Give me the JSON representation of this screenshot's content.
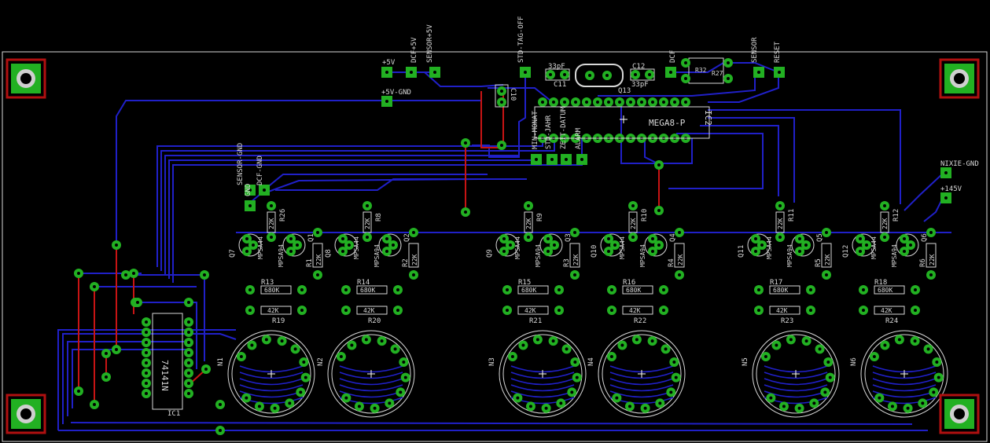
{
  "colors": {
    "background": "#000000",
    "trace_bottom": "#2020c8",
    "trace_top": "#c81414",
    "pad": "#22b022",
    "outline": "#d8d8d8",
    "mount_hole_frame": "#b01010"
  },
  "labels": {
    "supply_5v": "+5V",
    "dcf_5v": "DCF+5V",
    "sensor_5v": "SENSOR+5V",
    "std_tag_off": "STD-TAG-OFF",
    "dcf": "DCF",
    "sensor": "SENSOR",
    "reset": "RESET",
    "gnd_5v": "+5V-GND",
    "sensor_gnd": "SENSOR-GND",
    "dcf_gnd": "DCF-GND",
    "gnd": "GND",
    "nixie_gnd": "NIXIE-GND",
    "supply_145v": "+145V",
    "mcu": "MEGA8-P",
    "ic2": "IC2",
    "driver_ic": "74141N",
    "ic1": "IC1",
    "cap_33pf_1": "33pF",
    "cap_33pf_2": "33pF",
    "c10": "C10",
    "c11": "C11",
    "c12": "C12",
    "q13": "Q13",
    "r32": "R32",
    "r27": "R27",
    "button_min_monat": "MIN-MONAT",
    "button_std_jahr": "STD-JAHR",
    "button_zeit_datum": "ZEIT-DATUM",
    "button_alarm": "ALARM"
  },
  "stages": [
    {
      "q_npn": "Q7",
      "q_pnp": "Q1",
      "r_base": "R26",
      "r_coll": "R1",
      "r_lo": "R13",
      "r_hi": "R19",
      "nixie": "N1"
    },
    {
      "q_npn": "Q8",
      "q_pnp": "Q2",
      "r_base": "R8",
      "r_coll": "R2",
      "r_lo": "R14",
      "r_hi": "R20",
      "nixie": "N2"
    },
    {
      "q_npn": "Q9",
      "q_pnp": "Q3",
      "r_base": "R9",
      "r_coll": "R3",
      "r_lo": "R15",
      "r_hi": "R21",
      "nixie": "N3"
    },
    {
      "q_npn": "Q10",
      "q_pnp": "Q4",
      "r_base": "R10",
      "r_coll": "R4",
      "r_lo": "R16",
      "r_hi": "R22",
      "nixie": "N4"
    },
    {
      "q_npn": "Q11",
      "q_pnp": "Q5",
      "r_base": "R11",
      "r_coll": "R5",
      "r_lo": "R17",
      "r_hi": "R23",
      "nixie": "N5"
    },
    {
      "q_npn": "Q12",
      "q_pnp": "Q6",
      "r_base": "R12",
      "r_coll": "R6",
      "r_lo": "R18",
      "r_hi": "R24",
      "nixie": "N6"
    }
  ],
  "parts": {
    "mpsa44": "MPSA44",
    "mpsa94": "MPSA94",
    "val_22k": "22K",
    "val_680k": "680K",
    "val_42k": "42K"
  }
}
